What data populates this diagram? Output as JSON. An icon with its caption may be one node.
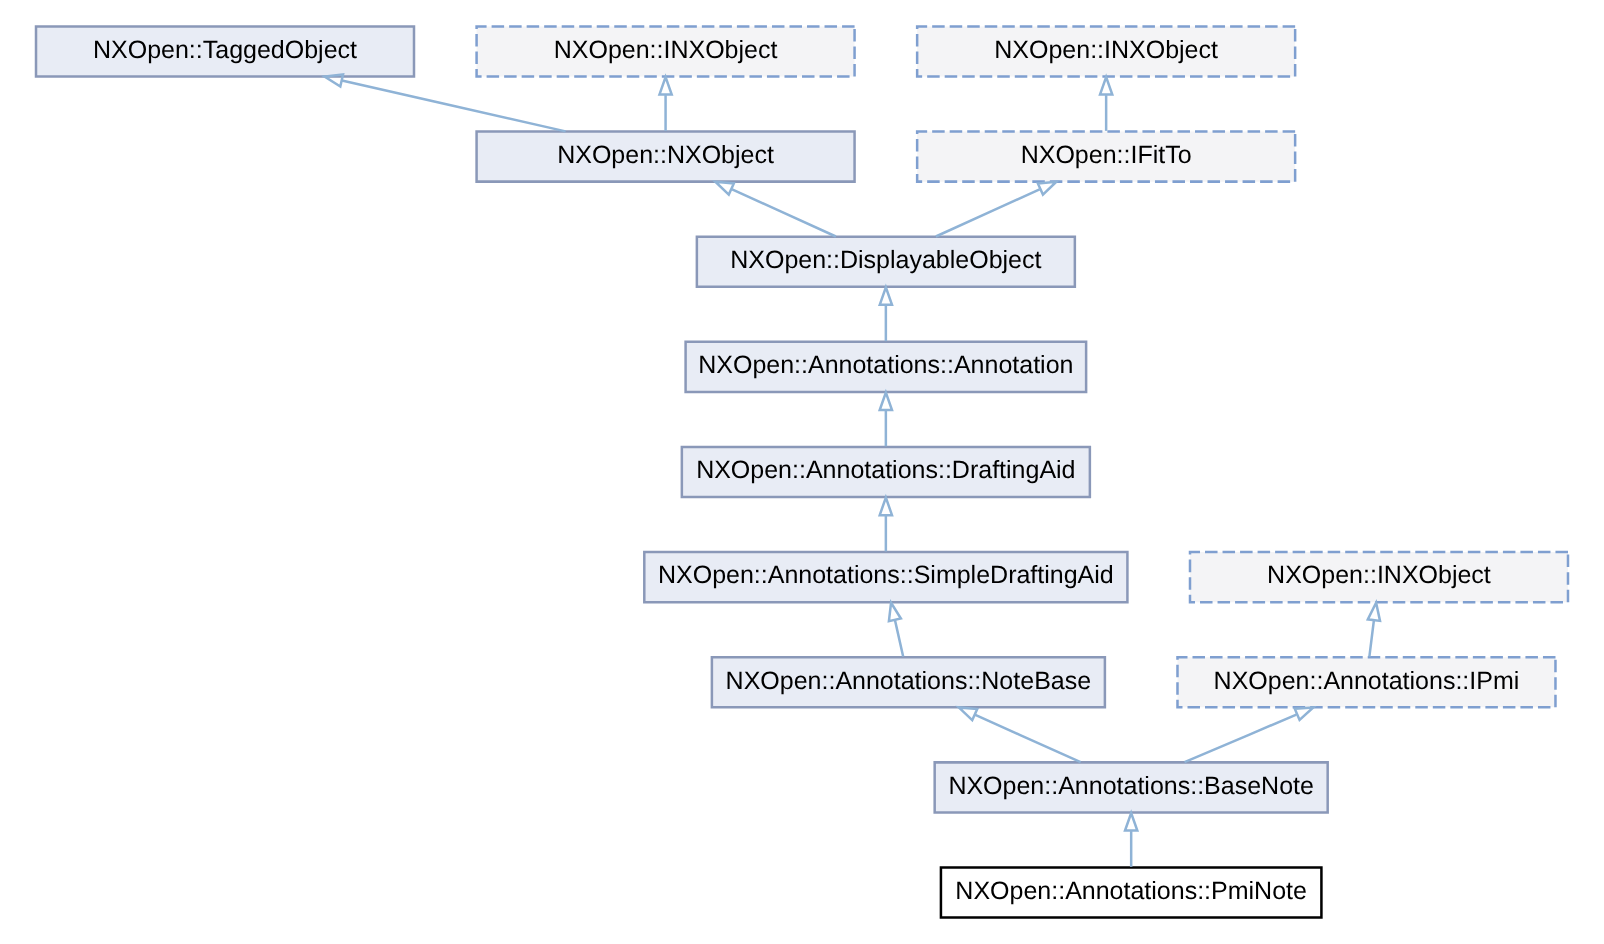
{
  "diagram": {
    "nodes": [
      {
        "text": [
          "NXOpen::TaggedObject"
        ]
      },
      {
        "text": [
          "NXOpen::INXObject"
        ]
      },
      {
        "text": [
          "NXOpen::INXObject"
        ]
      },
      {
        "text": [
          "NXOpen::NXObject"
        ]
      },
      {
        "text": [
          "NXOpen::IFitTo"
        ]
      },
      {
        "text": [
          "NXOpen::DisplayableObject"
        ]
      },
      {
        "text": [
          "NXOpen::Annotations::Annotation"
        ]
      },
      {
        "text": [
          "NXOpen::Annotations::DraftingAid"
        ]
      },
      {
        "text": [
          "NXOpen::Annotations::SimpleDraftingAid"
        ]
      },
      {
        "text": [
          "NXOpen::INXObject"
        ]
      },
      {
        "text": [
          "NXOpen::Annotations::NoteBase"
        ]
      },
      {
        "text": [
          "NXOpen::Annotations::IPmi"
        ]
      },
      {
        "text": [
          "NXOpen::Annotations::BaseNote"
        ]
      },
      {
        "text": [
          "NXOpen::Annotations::PmiNote"
        ]
      }
    ],
    "edges": [
      {
        "from": 3,
        "to": 0,
        "arrow": "to"
      },
      {
        "from": 3,
        "to": 1,
        "arrow": "to"
      },
      {
        "from": 4,
        "to": 2,
        "arrow": "to"
      },
      {
        "from": 5,
        "to": 3,
        "arrow": "to"
      },
      {
        "from": 5,
        "to": 4,
        "arrow": "to"
      },
      {
        "from": 6,
        "to": 5,
        "arrow": "to"
      },
      {
        "from": 7,
        "to": 6,
        "arrow": "to"
      },
      {
        "from": 8,
        "to": 7,
        "arrow": "to"
      },
      {
        "from": 11,
        "to": 9,
        "arrow": "to"
      },
      {
        "from": 10,
        "to": 8,
        "arrow": "to"
      },
      {
        "from": 12,
        "to": 10,
        "arrow": "to"
      },
      {
        "from": 12,
        "to": 11,
        "arrow": "to"
      },
      {
        "from": 13,
        "to": 12,
        "arrow": "to"
      }
    ]
  }
}
